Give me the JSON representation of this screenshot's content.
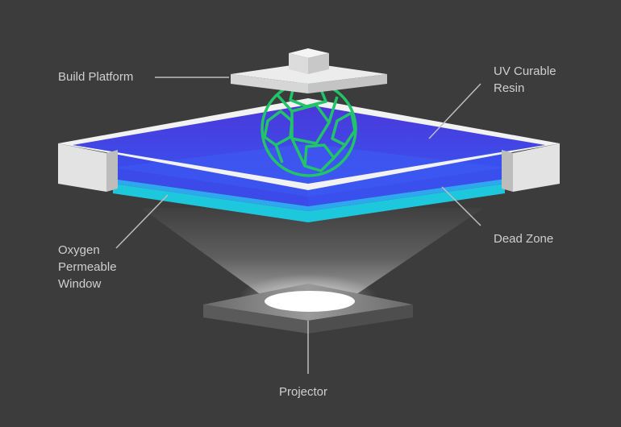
{
  "labels": {
    "build_platform": "Build Platform",
    "uv_resin": "UV Curable\nResin",
    "oxygen_window": "Oxygen\nPermeable\nWindow",
    "dead_zone": "Dead Zone",
    "projector": "Projector"
  },
  "colors": {
    "background": "#3c3c3c",
    "resin": "#4a38d8",
    "dead_zone": "#1ec8dc",
    "frame": "#ffffff",
    "object": "#22c46a",
    "leader_lines": "#bdbdbd",
    "label_text": "#cfcfcf"
  },
  "icons": {
    "printed_object": "soccer-ball-lattice"
  }
}
